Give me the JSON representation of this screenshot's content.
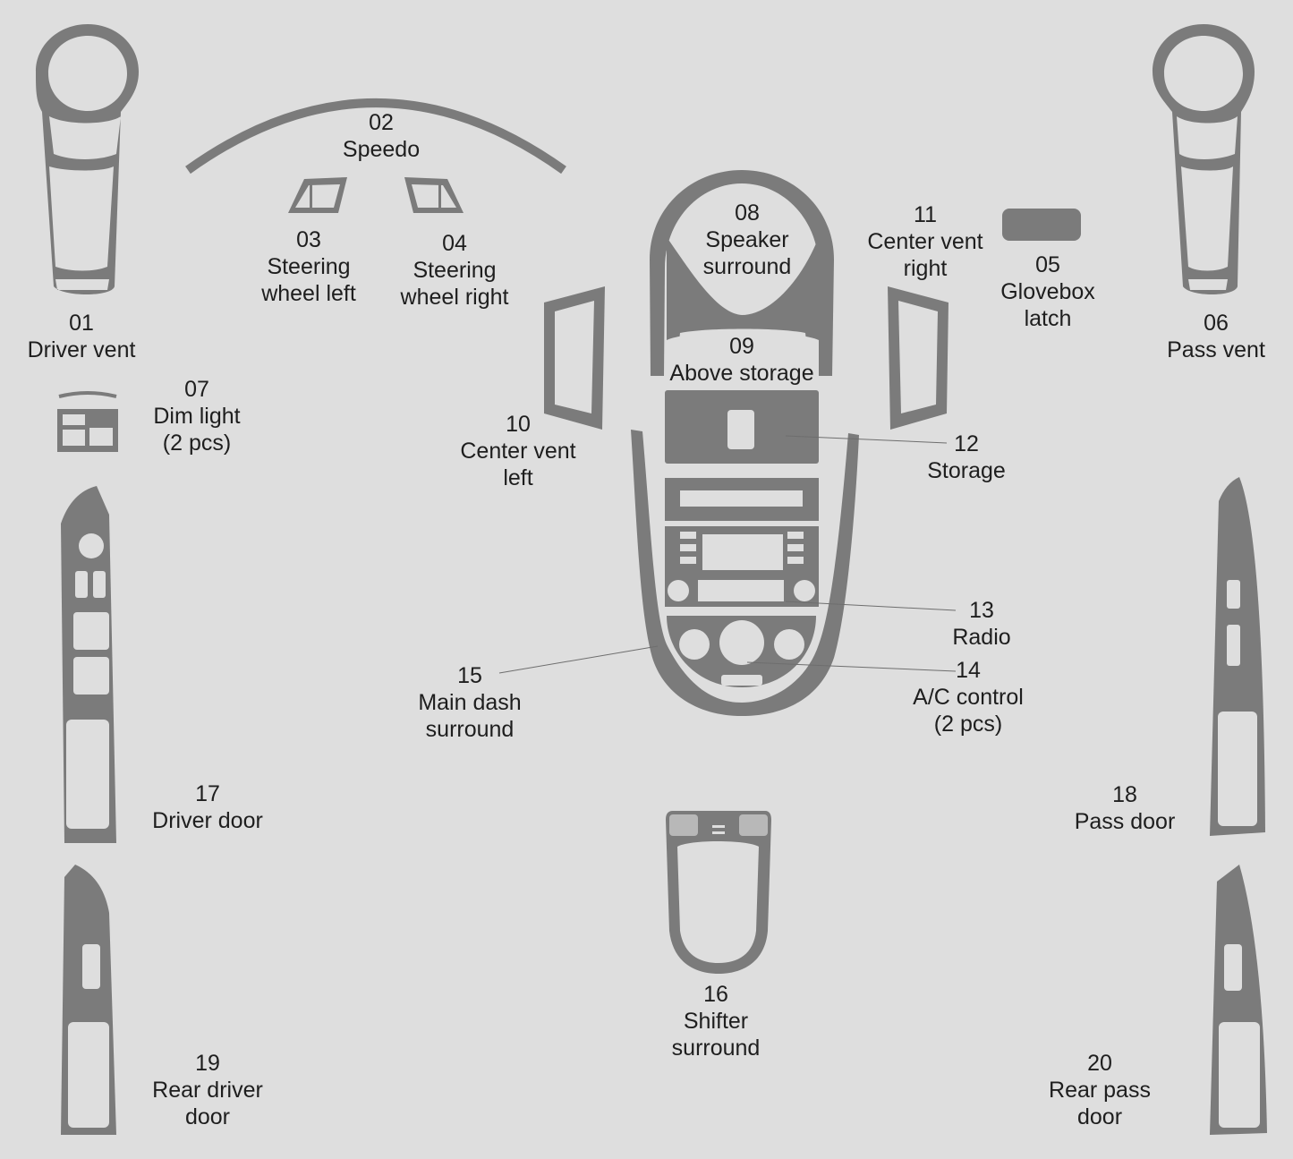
{
  "parts": [
    {
      "num": "01",
      "lines": [
        "Driver vent"
      ]
    },
    {
      "num": "02",
      "lines": [
        "Speedo"
      ]
    },
    {
      "num": "03",
      "lines": [
        "Steering",
        "wheel left"
      ]
    },
    {
      "num": "04",
      "lines": [
        "Steering",
        "wheel right"
      ]
    },
    {
      "num": "05",
      "lines": [
        "Glovebox",
        "latch"
      ]
    },
    {
      "num": "06",
      "lines": [
        "Pass vent"
      ]
    },
    {
      "num": "07",
      "lines": [
        "Dim light",
        "(2 pcs)"
      ]
    },
    {
      "num": "08",
      "lines": [
        "Speaker",
        "surround"
      ]
    },
    {
      "num": "09",
      "lines": [
        "Above storage"
      ]
    },
    {
      "num": "10",
      "lines": [
        "Center vent",
        "left"
      ]
    },
    {
      "num": "11",
      "lines": [
        "Center vent",
        "right"
      ]
    },
    {
      "num": "12",
      "lines": [
        "Storage"
      ]
    },
    {
      "num": "13",
      "lines": [
        "Radio"
      ]
    },
    {
      "num": "14",
      "lines": [
        "A/C control",
        "(2 pcs)"
      ]
    },
    {
      "num": "15",
      "lines": [
        "Main dash",
        "surround"
      ]
    },
    {
      "num": "16",
      "lines": [
        "Shifter",
        "surround"
      ]
    },
    {
      "num": "17",
      "lines": [
        "Driver door"
      ]
    },
    {
      "num": "18",
      "lines": [
        "Pass door"
      ]
    },
    {
      "num": "19",
      "lines": [
        "Rear driver",
        "door"
      ]
    },
    {
      "num": "20",
      "lines": [
        "Rear pass",
        "door"
      ]
    }
  ],
  "colors": {
    "background": "#dedede",
    "part": "#7b7b7b",
    "text": "#1e1e1e"
  }
}
